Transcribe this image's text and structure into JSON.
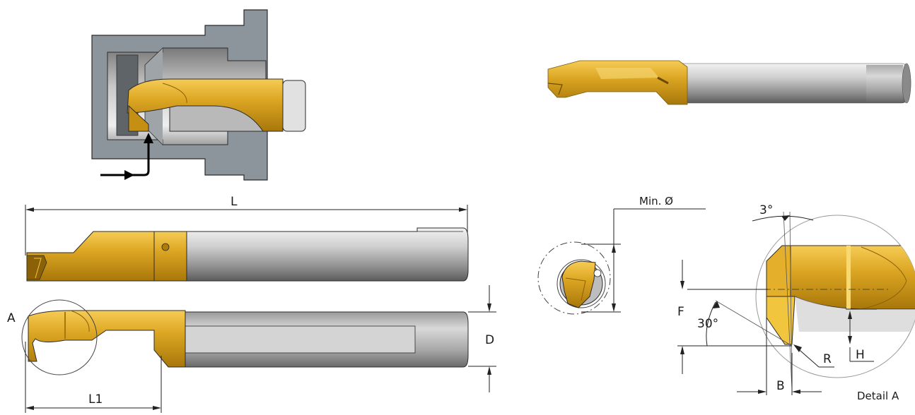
{
  "labels": {
    "length": "L",
    "length1": "L1",
    "diameter": "D",
    "detail_marker": "A",
    "min_diameter": "Min. Ø",
    "angle_top": "3°",
    "angle_side": "30°",
    "dim_f": "F",
    "dim_r": "R",
    "dim_h": "H",
    "dim_b": "B",
    "detail_caption": "Detail A"
  },
  "colors": {
    "gold": "#d6a21e",
    "gold_light": "#f2c543",
    "gold_dark": "#a8770a",
    "steel": "#b5b5b5",
    "steel_light": "#e6e6e6",
    "steel_dark": "#6f6f6f",
    "housing": "#8c959c",
    "outline": "#1e1e1e"
  }
}
